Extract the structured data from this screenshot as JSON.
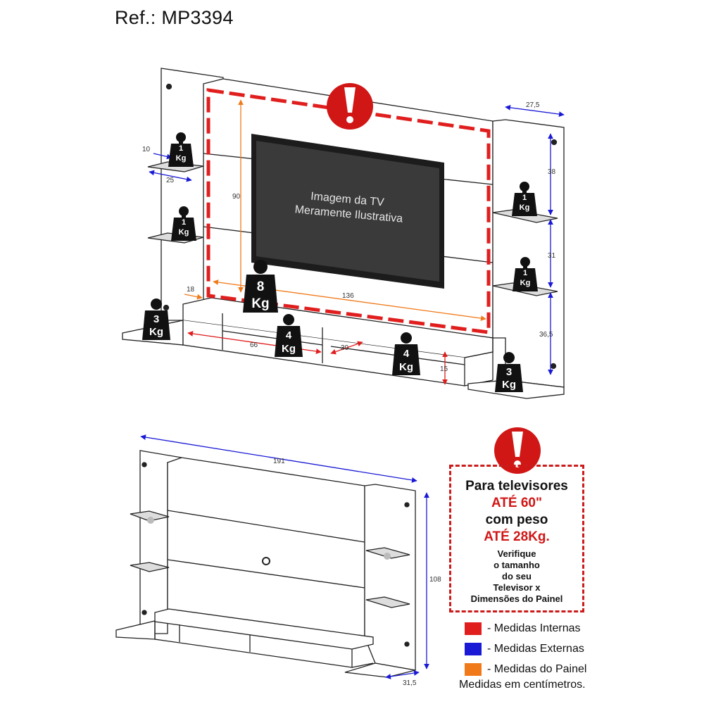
{
  "ref": "Ref.: MP3394",
  "tv_note": {
    "line1": "Imagem da TV",
    "line2": "Meramente Ilustrativa"
  },
  "dims_top": {
    "d10": "10",
    "d25": "25",
    "d90": "90",
    "d18": "18",
    "d136": "136",
    "d66": "66",
    "d30": "30",
    "d15": "15",
    "d27_5": "27,5",
    "d38": "38",
    "d31": "31",
    "d36_5": "36,5"
  },
  "dims_bottom": {
    "d191": "191",
    "d108": "108",
    "d31_5": "31,5"
  },
  "weights": {
    "w1a_n": "1",
    "w1a_u": "Kg",
    "w1b_n": "1",
    "w1b_u": "Kg",
    "w1c_n": "1",
    "w1c_u": "Kg",
    "w1d_n": "1",
    "w1d_u": "Kg",
    "w8_n": "8",
    "w8_u": "Kg",
    "w3a_n": "3",
    "w3a_u": "Kg",
    "w4a_n": "4",
    "w4a_u": "Kg",
    "w4b_n": "4",
    "w4b_u": "Kg",
    "w3b_n": "3",
    "w3b_u": "Kg"
  },
  "warning": {
    "line1": "Para televisores",
    "line2": "ATÉ 60\"",
    "line3": "com peso",
    "line4": "ATÉ 28Kg.",
    "small1": "Verifique",
    "small2": "o tamanho",
    "small3": "do seu",
    "small4": "Televisor x",
    "small5": "Dimensões do Painel"
  },
  "legend": [
    {
      "label": "- Medidas Internas",
      "color": "#e01e1e"
    },
    {
      "label": "- Medidas Externas",
      "color": "#1a1ad6"
    },
    {
      "label": "- Medidas do Painel",
      "color": "#f07a1a"
    }
  ],
  "units_note": "Medidas em centímetros.",
  "colors": {
    "internal": "#e01e1e",
    "external": "#1a1ad6",
    "panel": "#f07a1a",
    "alert": "#d11616"
  }
}
